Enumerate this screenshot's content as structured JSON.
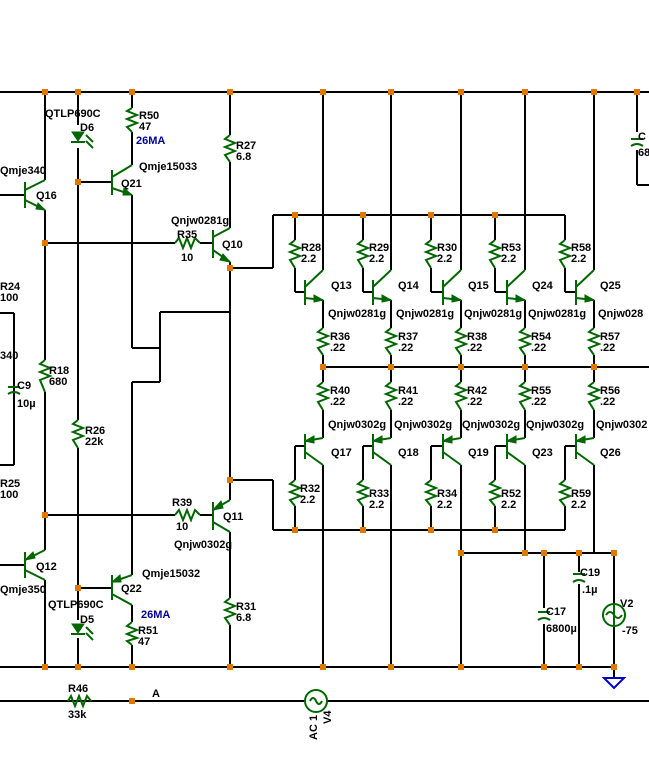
{
  "labels": {
    "qtlp690c_top": "QTLP690C",
    "d6": "D6",
    "r50": "R50",
    "r50v": "47",
    "i_top": "26MA",
    "qmje340": "Qmje340",
    "q16": "Q16",
    "q21": "Q21",
    "qmje15033": "Qmje15033",
    "r27": "R27",
    "r27v": "6.8",
    "c_right": "C",
    "c_right_v": "68",
    "qnjw0281g_drv": "Qnjw0281g",
    "r35": "R35",
    "r35v": "10",
    "q10": "Q10",
    "r24": "R24",
    "r24v": "100",
    "r28": "R28",
    "r28v": "2.2",
    "r29": "R29",
    "r29v": "2.2",
    "r30": "R30",
    "r30v": "2.2",
    "r53": "R53",
    "r53v": "2.2",
    "r58": "R58",
    "r58v": "2.2",
    "q13": "Q13",
    "q14": "Q14",
    "q15": "Q15",
    "q24": "Q24",
    "q25": "Q25",
    "qn1": "Qnjw0281g",
    "qn2": "Qnjw0281g",
    "qn3": "Qnjw0281g",
    "qn4": "Qnjw0281g",
    "qn5": "Qnjw028",
    "r36": "R36",
    "r36v": ".22",
    "r37": "R37",
    "r37v": ".22",
    "r38": "R38",
    "r38v": ".22",
    "r54": "R54",
    "r54v": ".22",
    "r57": "R57",
    "r57v": ".22",
    "l340": "340",
    "r18": "R18",
    "r18v": "680",
    "c9": "C9",
    "c9v": "10µ",
    "r40": "R40",
    "r40v": ".22",
    "r41": "R41",
    "r41v": ".22",
    "r42": "R42",
    "r42v": ".22",
    "r55": "R55",
    "r55v": ".22",
    "r56": "R56",
    "r56v": ".22",
    "r26": "R26",
    "r26v": "22k",
    "qp1": "Qnjw0302g",
    "qp2": "Qnjw0302g",
    "qp3": "Qnjw0302g",
    "qp4": "Qnjw0302g",
    "qp5": "Qnjw0302",
    "q17": "Q17",
    "q18": "Q18",
    "q19": "Q19",
    "q23": "Q23",
    "q26": "Q26",
    "r25": "R25",
    "r25v": "100",
    "r32": "R32",
    "r32v": "2.2",
    "r33": "R33",
    "r33v": "2.2",
    "r34": "R34",
    "r34v": "2.2",
    "r52": "R52",
    "r52v": "2.2",
    "r59": "R59",
    "r59v": "2.2",
    "r39": "R39",
    "r39v": "10",
    "q11": "Q11",
    "qnjw0302g_drv": "Qnjw0302g",
    "q12": "Q12",
    "qmje350": "Qmje350",
    "q22": "Q22",
    "qmje15032": "Qmje15032",
    "qtlp690c_bot": "QTLP690C",
    "d5": "D5",
    "c19": "C19",
    "c19v": ".1µ",
    "i_bot": "26MA",
    "r51": "R51",
    "r51v": "47",
    "r31": "R31",
    "r31v": "6.8",
    "c17": "C17",
    "c17v": "6800µ",
    "v2": "V2",
    "v2v": "-75",
    "r46": "R46",
    "r46v": "33k",
    "node_a": "A",
    "ac": "AC 1",
    "v4": "V4"
  },
  "colors": {
    "wire": "#000000",
    "component": "#006600",
    "junction": "#e07800",
    "annotation": "#000099",
    "ground": "#0000cc"
  }
}
